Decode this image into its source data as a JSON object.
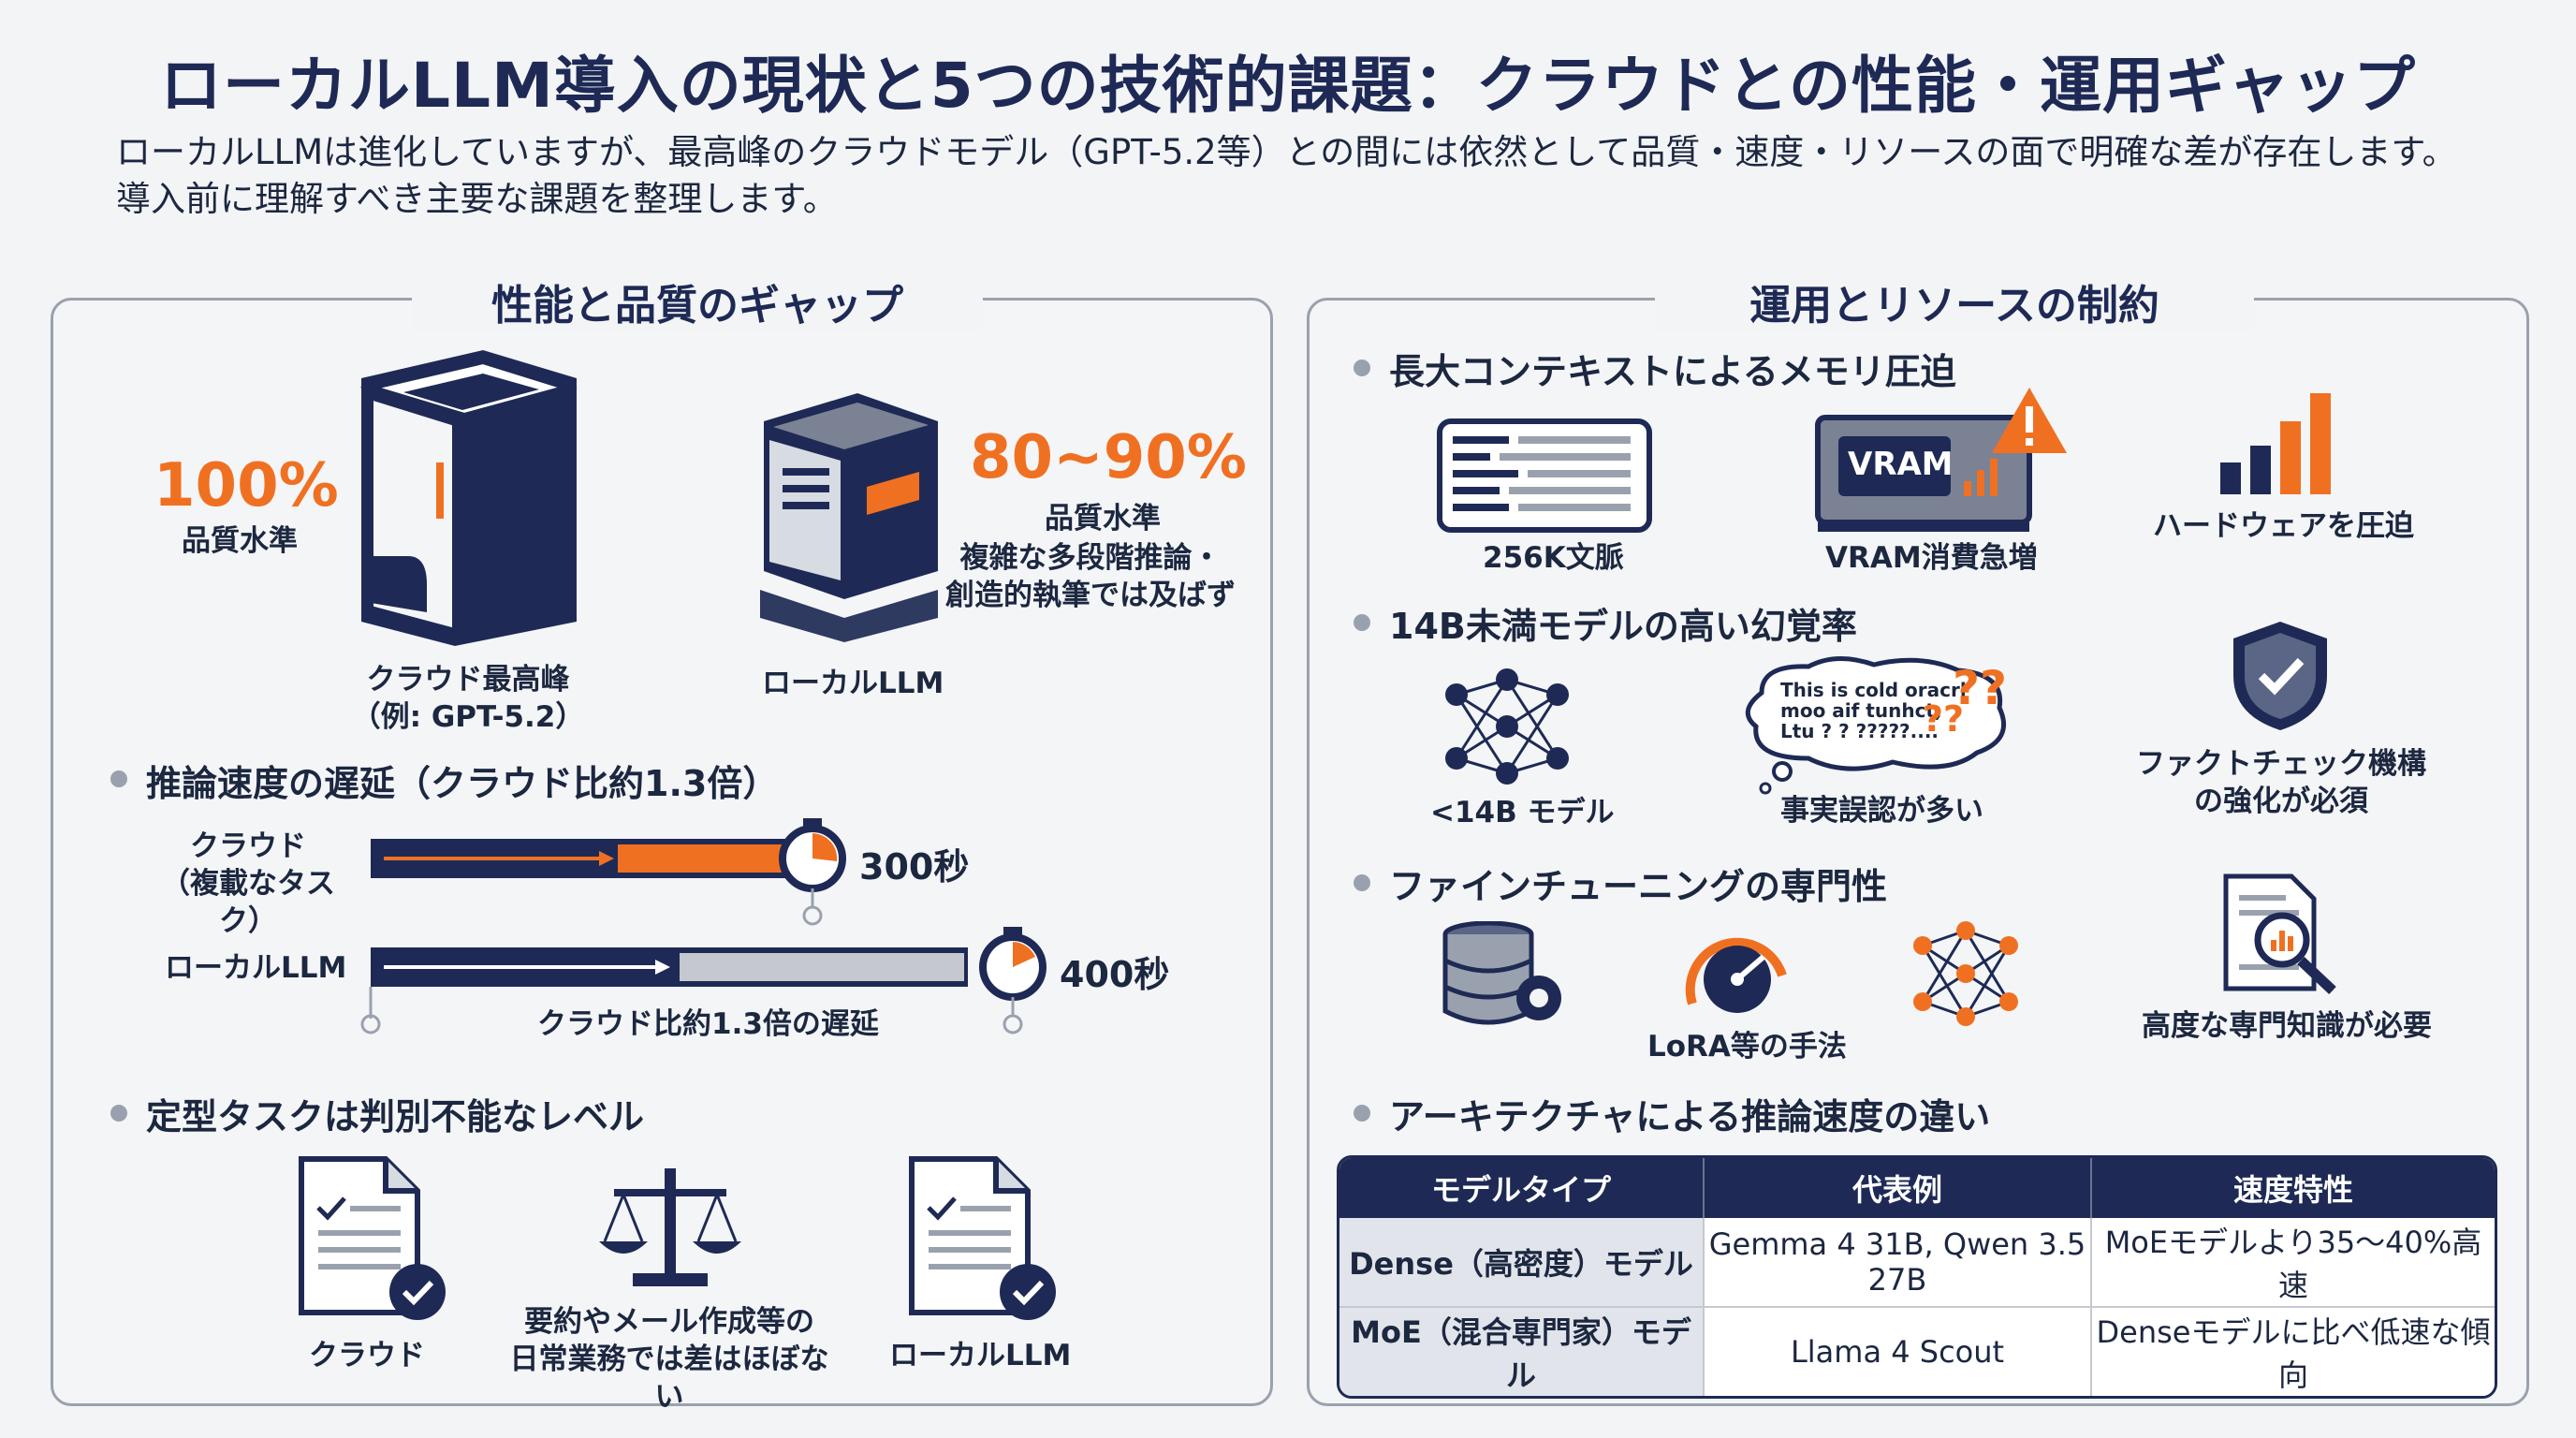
{
  "title": "ローカルLLM導入の現状と5つの技術的課題：クラウドとの性能・運用ギャップ",
  "subtitle_line1": "ローカルLLMは進化していますが、最高峰のクラウドモデル（GPT-5.2等）との間には依然として品質・速度・リソースの面で明確な差が存在します。",
  "subtitle_line2": "導入前に理解すべき主要な課題を整理します。",
  "left": {
    "title": "性能と品質のギャップ",
    "cloud_pct": "100%",
    "cloud_quality": "品質水準",
    "cloud_name_1": "クラウド最高峰",
    "cloud_name_2": "（例: GPT-5.2）",
    "local_pct": "80~90%",
    "local_quality": "品質水準",
    "local_note_1": "複雑な多段階推論・",
    "local_note_2": "創造的執筆では及ばず",
    "local_name": "ローカルLLM",
    "speed_heading": "推論速度の遅延（クラウド比約1.3倍）",
    "speed_cloud_1": "クラウド",
    "speed_cloud_2": "（複載なタスク）",
    "speed_cloud_time": "300秒",
    "speed_local": "ローカルLLM",
    "speed_local_time": "400秒",
    "speed_caption": "クラウド比約1.3倍の遅延",
    "routine_heading": "定型タスクは判別不能なレベル",
    "routine_cloud": "クラウド",
    "routine_mid_1": "要約やメール作成等の",
    "routine_mid_2": "日常業務では差はほぼない",
    "routine_local": "ローカルLLM"
  },
  "right": {
    "title": "運用とリソースの制約",
    "s1_heading": "長大コンテキストによるメモリ圧迫",
    "s1_a": "256K文脈",
    "s1_vram": "VRAM",
    "s1_b": "VRAM消費急増",
    "s1_c": "ハードウェアを圧迫",
    "s2_heading": "14B未満モデルの高い幻覚率",
    "s2_a": "<14B モデル",
    "s2_bubble_1": "This is cold oracrl",
    "s2_bubble_2": "moo aif tunhct,",
    "s2_bubble_3": "Ltu ? ? ?????....",
    "s2_b": "事実誤認が多い",
    "s2_c_1": "ファクトチェック機構",
    "s2_c_2": "の強化が必須",
    "s3_heading": "ファインチューニングの専門性",
    "s3_a": "LoRA等の手法",
    "s3_b": "高度な専門知識が必要",
    "s4_heading": "アーキテクチャによる推論速度の違い",
    "table": {
      "headers": [
        "モデルタイプ",
        "代表例",
        "速度特性"
      ],
      "rows": [
        [
          "Dense（高密度）モデル",
          "Gemma 4 31B, Qwen 3.5 27B",
          "MoEモデルより35〜40%高速"
        ],
        [
          "MoE（混合専門家）モデル",
          "Llama 4 Scout",
          "Denseモデルに比べ低速な傾向"
        ]
      ]
    }
  },
  "colors": {
    "navy": "#1e2a55",
    "orange": "#f07022",
    "gray": "#9aa1ae"
  }
}
